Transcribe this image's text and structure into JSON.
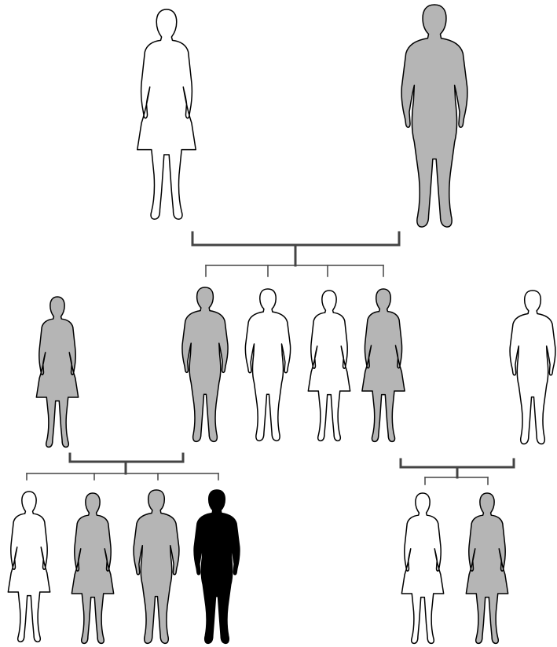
{
  "figure": {
    "kind": "pedigree-silhouettes",
    "colors": {
      "unaffected": "#ffffff",
      "carrier": "#b5b5b5",
      "affected": "#000000",
      "outline": "#000000",
      "line": "#444444"
    }
  },
  "generations": [
    {
      "id": "gen-1",
      "members": [
        {
          "id": "g1-mother",
          "sex": "female",
          "status": "unaffected"
        },
        {
          "id": "g1-father",
          "sex": "male",
          "status": "carrier"
        }
      ]
    },
    {
      "id": "gen-2",
      "members": [
        {
          "id": "g2-spouse-left",
          "sex": "female",
          "status": "carrier"
        },
        {
          "id": "g2-son-1",
          "sex": "male",
          "status": "carrier"
        },
        {
          "id": "g2-son-2",
          "sex": "male",
          "status": "unaffected"
        },
        {
          "id": "g2-daughter-1",
          "sex": "female",
          "status": "unaffected"
        },
        {
          "id": "g2-daughter-2",
          "sex": "female",
          "status": "carrier"
        },
        {
          "id": "g2-spouse-right",
          "sex": "male",
          "status": "unaffected"
        }
      ]
    },
    {
      "id": "gen-3",
      "members": [
        {
          "id": "g3-left-1",
          "sex": "female",
          "status": "unaffected"
        },
        {
          "id": "g3-left-2",
          "sex": "female",
          "status": "carrier"
        },
        {
          "id": "g3-left-3",
          "sex": "male",
          "status": "carrier"
        },
        {
          "id": "g3-left-4",
          "sex": "male",
          "status": "affected"
        },
        {
          "id": "g3-right-1",
          "sex": "female",
          "status": "unaffected"
        },
        {
          "id": "g3-right-2",
          "sex": "female",
          "status": "carrier"
        }
      ]
    }
  ]
}
